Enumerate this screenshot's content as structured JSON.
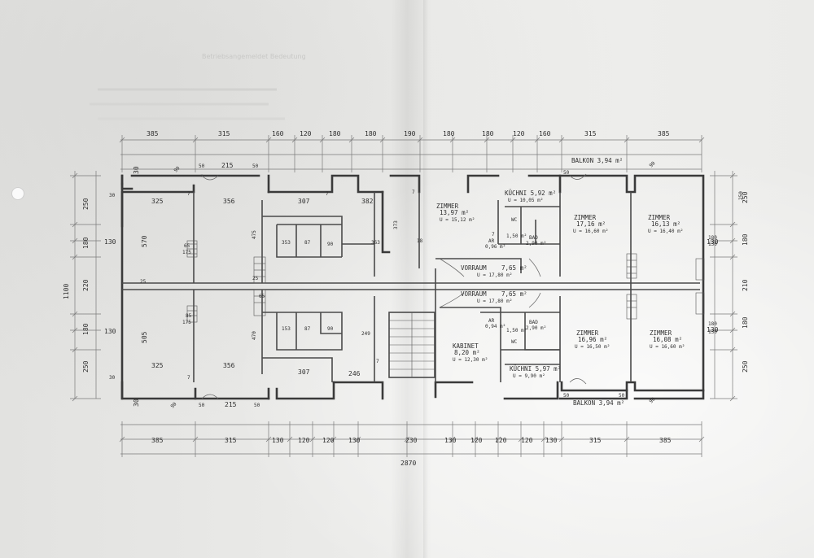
{
  "faint_heading": "Betriebsangemeldet Bedeutung",
  "dims_top": [
    "385",
    "315",
    "160",
    "120",
    "180",
    "180",
    "190",
    "180",
    "180",
    "120",
    "160",
    "315",
    "385"
  ],
  "dims_bottom": [
    "385",
    "315",
    "130",
    "120",
    "120",
    "130",
    "230",
    "130",
    "120",
    "120",
    "120",
    "130",
    "315",
    "385"
  ],
  "dim_total": "2870",
  "dims_left": [
    "250",
    "180",
    "130",
    "220",
    "180",
    "130",
    "250"
  ],
  "dim_left_total": "1100",
  "dims_right": [
    "250",
    "180",
    "130",
    "210",
    "180",
    "130",
    "250"
  ],
  "left_wing": {
    "upper": [
      "30",
      "90",
      "50",
      "215",
      "50",
      "30",
      "325",
      "356",
      "307",
      "382",
      "570",
      "65",
      "175",
      "475",
      "353",
      "87",
      "90",
      "373",
      "363"
    ],
    "lower": [
      "85",
      "175",
      "65",
      "505",
      "153",
      "87",
      "90",
      "470",
      "249",
      "30",
      "325",
      "356",
      "307",
      "246",
      "30",
      "90",
      "50",
      "215",
      "50"
    ]
  },
  "rooms_right": [
    {
      "name": "ZIMMER",
      "area": "13,97 m²",
      "u": "U = 15,12 m²"
    },
    {
      "name": "KÜCHNI 5,92 m²",
      "area": "",
      "u": "U = 10,05 m²"
    },
    {
      "name": "ZIMMER",
      "area": "17,16 m²",
      "u": "U = 16,60 m²"
    },
    {
      "name": "ZIMMER",
      "area": "16,13 m²",
      "u": "U = 16,40 m²"
    },
    {
      "name": "VORRAUM",
      "area": "7,65 m²",
      "u": "U = 17,80 m²"
    },
    {
      "name": "VORRAUM",
      "area": "7,65 m²",
      "u": "U = 17,80 m²"
    },
    {
      "name": "KABINET",
      "area": "8,20 m²",
      "u": "U = 12,30 m²"
    },
    {
      "name": "ZIMMER",
      "area": "16,96 m²",
      "u": "U = 16,50 m²"
    },
    {
      "name": "ZIMMER",
      "area": "16,08 m²",
      "u": "U = 16,60 m²"
    },
    {
      "name": "KÜCHNI 5,97 m²",
      "area": "",
      "u": "U = 9,90 m²"
    }
  ],
  "balkon_top": "BALKON 3,94 m²",
  "balkon_bottom": "BALKON 3,94 m²",
  "small_labels": [
    "AR",
    "BAD",
    "WC",
    "AR",
    "BAD",
    "WC"
  ],
  "small_areas": [
    "0,96 m²",
    "2,90 m²",
    "1,50 m²",
    "0,94 m²",
    "2,90 m²",
    "1,50 m²"
  ],
  "right_wing_dims": [
    "50",
    "90",
    "180",
    "130",
    "180",
    "130",
    "250",
    "50",
    "90",
    "50"
  ],
  "axis_marks": [
    "25",
    "25",
    "7",
    "7",
    "7",
    "7",
    "18",
    "7",
    "7"
  ]
}
